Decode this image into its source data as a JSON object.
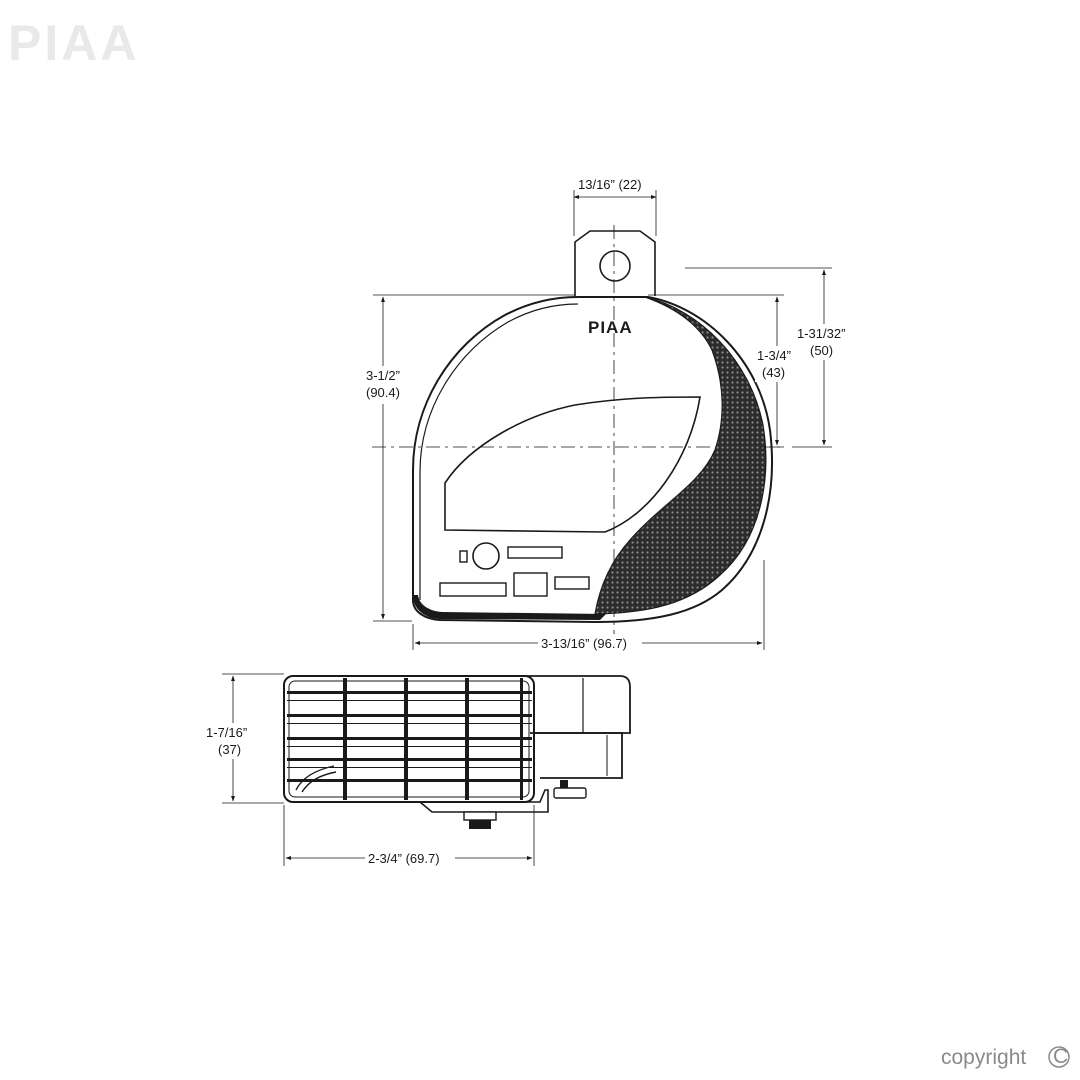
{
  "watermark": {
    "text": "PIAA"
  },
  "front_view": {
    "brand_label": "PIAA",
    "bracket_width": "13/16” (22)",
    "overall_height_inch": "3-1/2”",
    "overall_height_mm": "(90.4)",
    "upper_height_inch": "1-3/4”",
    "upper_height_mm": "(43)",
    "bracket_height_inch": "1-31/32”",
    "bracket_height_mm": "(50)",
    "overall_width": "3-13/16” (96.7)"
  },
  "side_view": {
    "depth_inch": "1-7/16”",
    "depth_mm": "(37)",
    "width": "2-3/4” (69.7)"
  },
  "copyright": {
    "text": "copyright",
    "symbol": "©"
  }
}
